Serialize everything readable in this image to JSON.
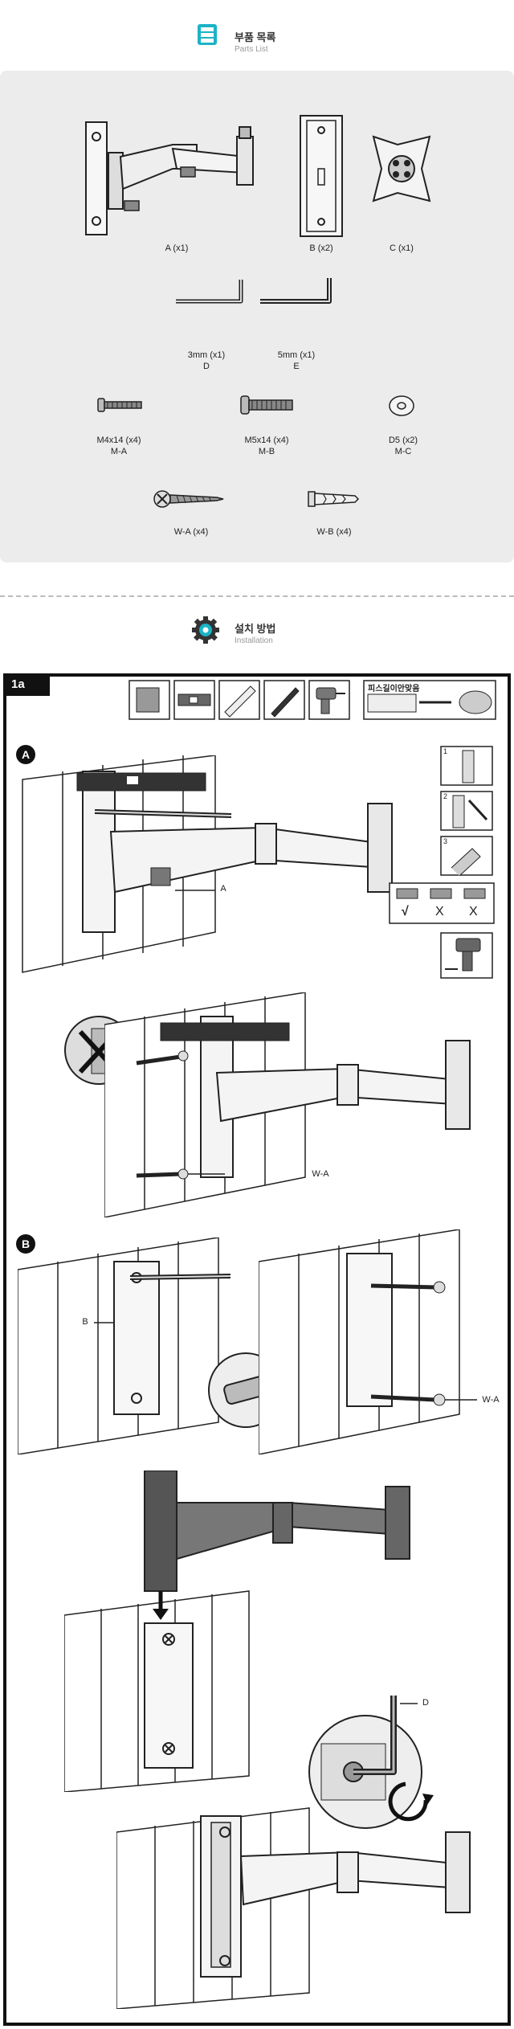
{
  "parts_header": {
    "title_ko": "부품 목록",
    "title_en": "Parts List"
  },
  "parts": {
    "a": "A (x1)",
    "b": "B (x2)",
    "c": "C (x1)",
    "d_size": "3mm (x1)",
    "d": "D",
    "e_size": "5mm (x1)",
    "e": "E",
    "ma_size": "M4x14 (x4)",
    "ma": "M-A",
    "mb_size": "M5x14 (x4)",
    "mb": "M-B",
    "mc_size": "D5 (x2)",
    "mc": "M-C",
    "wa": "W-A (x4)",
    "wb": "W-B (x4)"
  },
  "install_header": {
    "title_ko": "설치 방법",
    "title_en": "Installation"
  },
  "step": {
    "tab": "1a",
    "tool_note": "피스길이안맞음",
    "section_a": "A",
    "section_b": "B",
    "check": "√",
    "cross1": "X",
    "cross2": "X",
    "sub1": "1",
    "sub2": "2",
    "sub3": "3"
  },
  "callouts": {
    "a": "A",
    "wa1": "W-A",
    "b": "B",
    "wa2": "W-A",
    "d": "D"
  },
  "colors": {
    "icon_teal": "#1bb3c6",
    "dark": "#111111",
    "box_bg": "#ececec"
  }
}
